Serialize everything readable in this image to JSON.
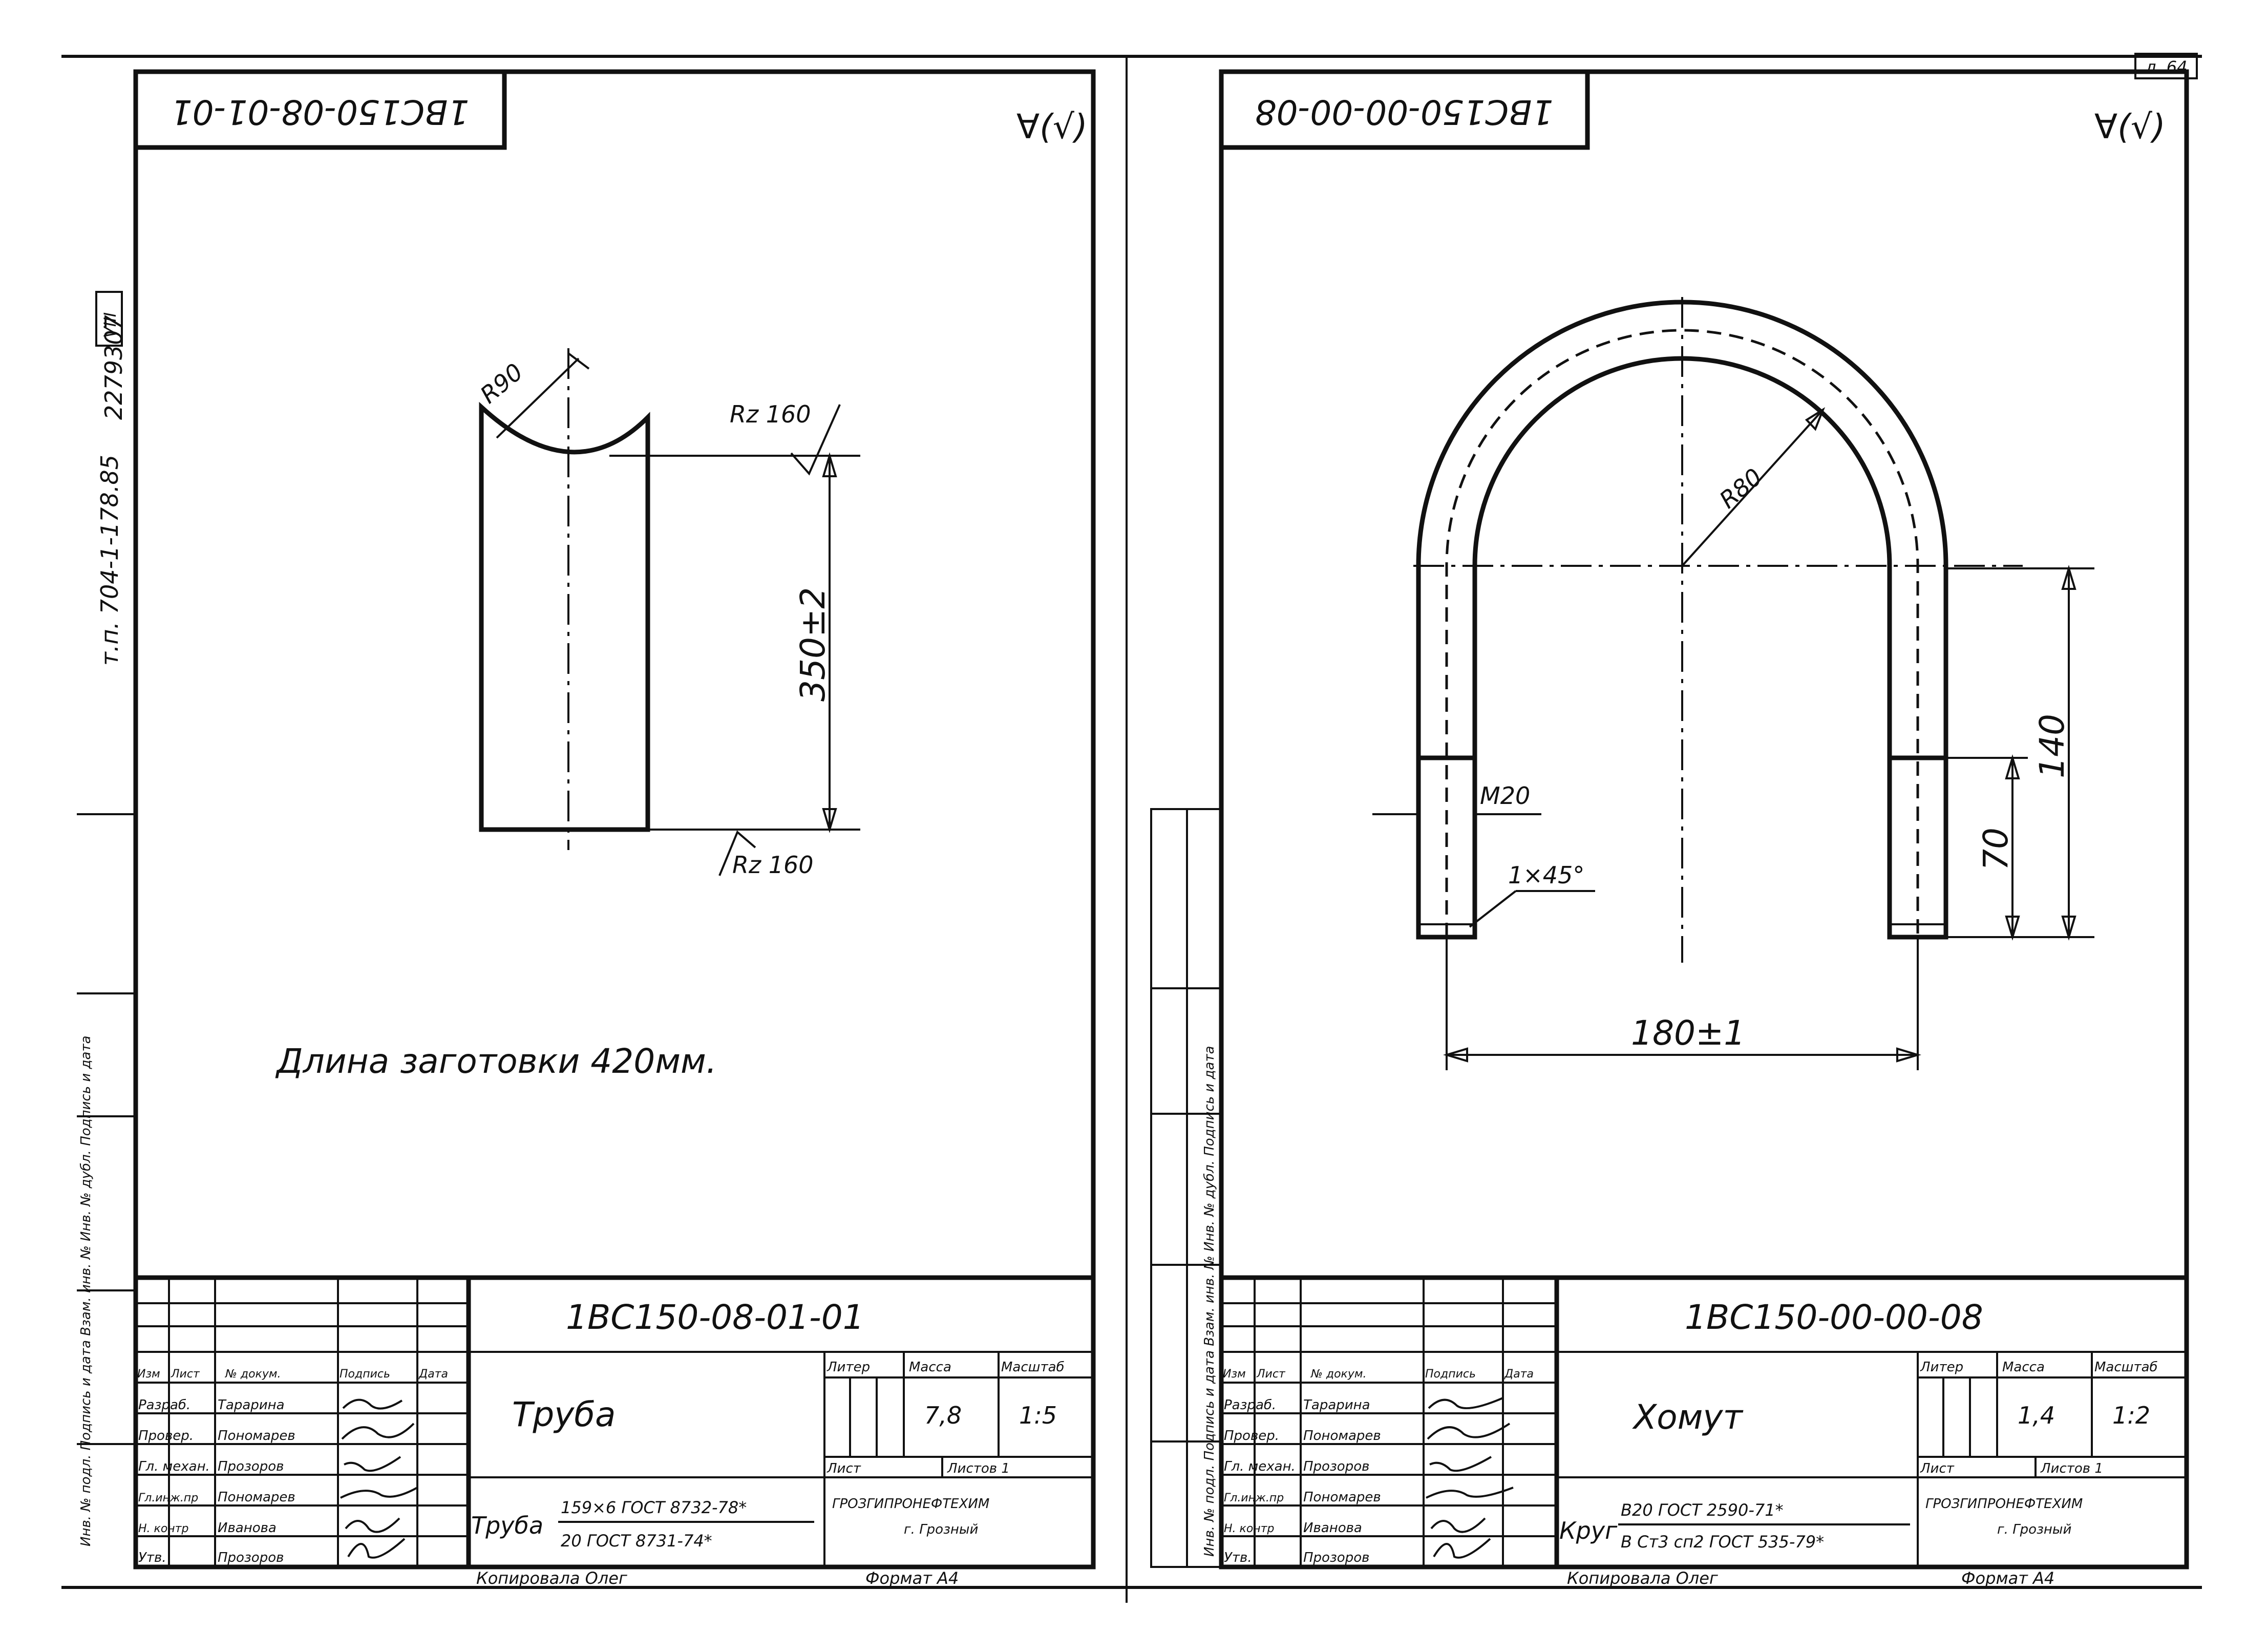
{
  "page": {
    "sheet_mark": "л. 64",
    "side_stamp_code": "2279307",
    "side_stamp_project": "т.п. 704-1-178.85",
    "side_stamp_volume": "VIII",
    "side_label_left": "Инв. № подл. Подпись и дата Взам. инв. № Инв. № дубл. Подпись и дата"
  },
  "left_sheet": {
    "corner_code": "1ВС150-08-01-01",
    "roughness_mark": "∀(√)",
    "radius_label": "R90",
    "roughness_top": "Rz 160",
    "roughness_bottom": "Rz 160",
    "length_dim": "350±2",
    "note": "Длина заготовки 420мм.",
    "designation": "1ВС150-08-01-01",
    "name": "Труба",
    "mass": "7,8",
    "scale": "1:5",
    "material_label": "Труба",
    "material_top": "159×6 ГОСТ 8732-78*",
    "material_bottom": "20 ГОСТ 8731-74*",
    "org_name": "ГРОЗГИПРОНЕФТЕХИМ",
    "org_city": "г. Грозный",
    "copied_by": "Копировала Олег",
    "format": "Формат А4"
  },
  "right_sheet": {
    "corner_code": "1ВС150-00-00-08",
    "roughness_mark": "∀(√)",
    "radius_label": "R80",
    "thread_label": "М20",
    "chamfer_label": "1×45°",
    "height_dim": "140",
    "thread_dim": "70",
    "width_dim": "180±1",
    "designation": "1ВС150-00-00-08",
    "name": "Хомут",
    "mass": "1,4",
    "scale": "1:2",
    "material_label": "Круг",
    "material_top": "В20 ГОСТ 2590-71*",
    "material_bottom": "В Ст3 сп2 ГОСТ 535-79*",
    "org_name": "ГРОЗГИПРОНЕФТЕХИМ",
    "org_city": "г. Грозный",
    "copied_by": "Копировала Олег",
    "format": "Формат А4"
  },
  "title_block": {
    "headers": [
      "Изм",
      "Лист",
      "№ докум.",
      "Подпись",
      "Дата"
    ],
    "col_liter": "Литер",
    "col_mass": "Масса",
    "col_scale": "Масштаб",
    "col_sheet": "Лист",
    "col_sheets": "Листов 1",
    "rows": [
      {
        "role": "Разраб.",
        "name": "Тарарина"
      },
      {
        "role": "Провер.",
        "name": "Пономарев"
      },
      {
        "role": "Гл. механ.",
        "name": "Прозоров"
      },
      {
        "role": "Гл.инж.пр",
        "name": "Пономарев"
      },
      {
        "role": "Н. контр",
        "name": "Иванова"
      },
      {
        "role": "Утв.",
        "name": "Прозоров"
      }
    ]
  }
}
